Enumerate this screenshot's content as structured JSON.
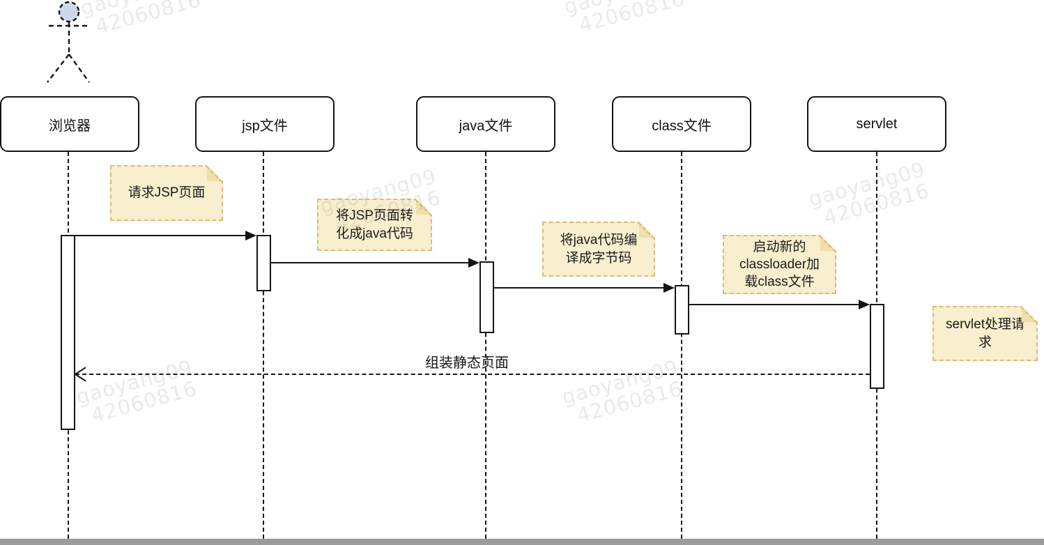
{
  "watermark": {
    "line1": "gaoyang09",
    "line2": "42060816"
  },
  "actor": {
    "shape": "stick-figure",
    "head_color": "#cdd9eb"
  },
  "lifelines": [
    {
      "label": "浏览器"
    },
    {
      "label": "jsp文件"
    },
    {
      "label": "java文件"
    },
    {
      "label": "class文件"
    },
    {
      "label": "servlet"
    }
  ],
  "notes": [
    {
      "text": "请求JSP页面"
    },
    {
      "text": "将JSP页面转\n化成java代码"
    },
    {
      "text": "将java代码编\n译成字节码"
    },
    {
      "text": "启动新的\nclassloader加\n载class文件"
    },
    {
      "text": "servlet处理请\n求"
    }
  ],
  "messages": [
    {
      "from": "浏览器",
      "to": "jsp文件",
      "style": "solid",
      "label": ""
    },
    {
      "from": "jsp文件",
      "to": "java文件",
      "style": "solid",
      "label": ""
    },
    {
      "from": "java文件",
      "to": "class文件",
      "style": "solid",
      "label": ""
    },
    {
      "from": "class文件",
      "to": "servlet",
      "style": "solid",
      "label": ""
    },
    {
      "from": "servlet",
      "to": "浏览器",
      "style": "dashed-return",
      "label": "组装静态页面"
    }
  ],
  "colors": {
    "note_fill": "#f9eecd",
    "note_border": "#d8bc78",
    "note_fold": "#f0dfab",
    "actor_head": "#cdd9eb",
    "line": "#141414",
    "watermark": "#e9e9e9",
    "scrollbar": "#9b9b9b"
  }
}
